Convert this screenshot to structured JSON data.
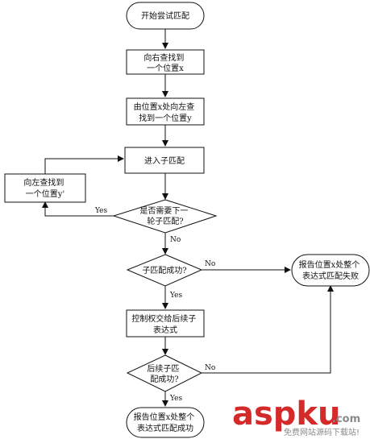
{
  "nodes": {
    "start": {
      "lines": [
        "开始尝试匹配"
      ]
    },
    "find_x": {
      "lines": [
        "向右查找到",
        "一个位置x"
      ]
    },
    "find_y": {
      "lines": [
        "由位置x处向左查",
        "找到一个位置y"
      ]
    },
    "submatch": {
      "lines": [
        "进入子匹配"
      ]
    },
    "find_y2": {
      "lines": [
        "向左查找到",
        "一个位置y'"
      ]
    },
    "need_next": {
      "lines": [
        "是否需要下一",
        "轮子匹配?"
      ]
    },
    "sub_success": {
      "lines": [
        "子匹配成功?"
      ]
    },
    "handoff": {
      "lines": [
        "控制权交给后续子",
        "表达式"
      ]
    },
    "follow_success": {
      "lines": [
        "后续子匹",
        "配成功?"
      ]
    },
    "report_fail": {
      "lines": [
        "报告位置x处整个",
        "表达式匹配失败"
      ]
    },
    "report_success": {
      "lines": [
        "报告位置x处整个",
        "表达式匹配成功"
      ]
    }
  },
  "edge_labels": {
    "need_next_yes": "Yes",
    "need_next_no": "No",
    "sub_success_no": "No",
    "sub_success_yes": "Yes",
    "follow_no": "No",
    "follow_yes": "Yes"
  },
  "watermark": {
    "main": "aspku",
    "suffix": ".com",
    "tagline": "免费网站源码下载站!"
  },
  "colors": {
    "line": "#111111",
    "watermark_red": "#d42a2a",
    "watermark_gray": "#8a8a8a"
  }
}
